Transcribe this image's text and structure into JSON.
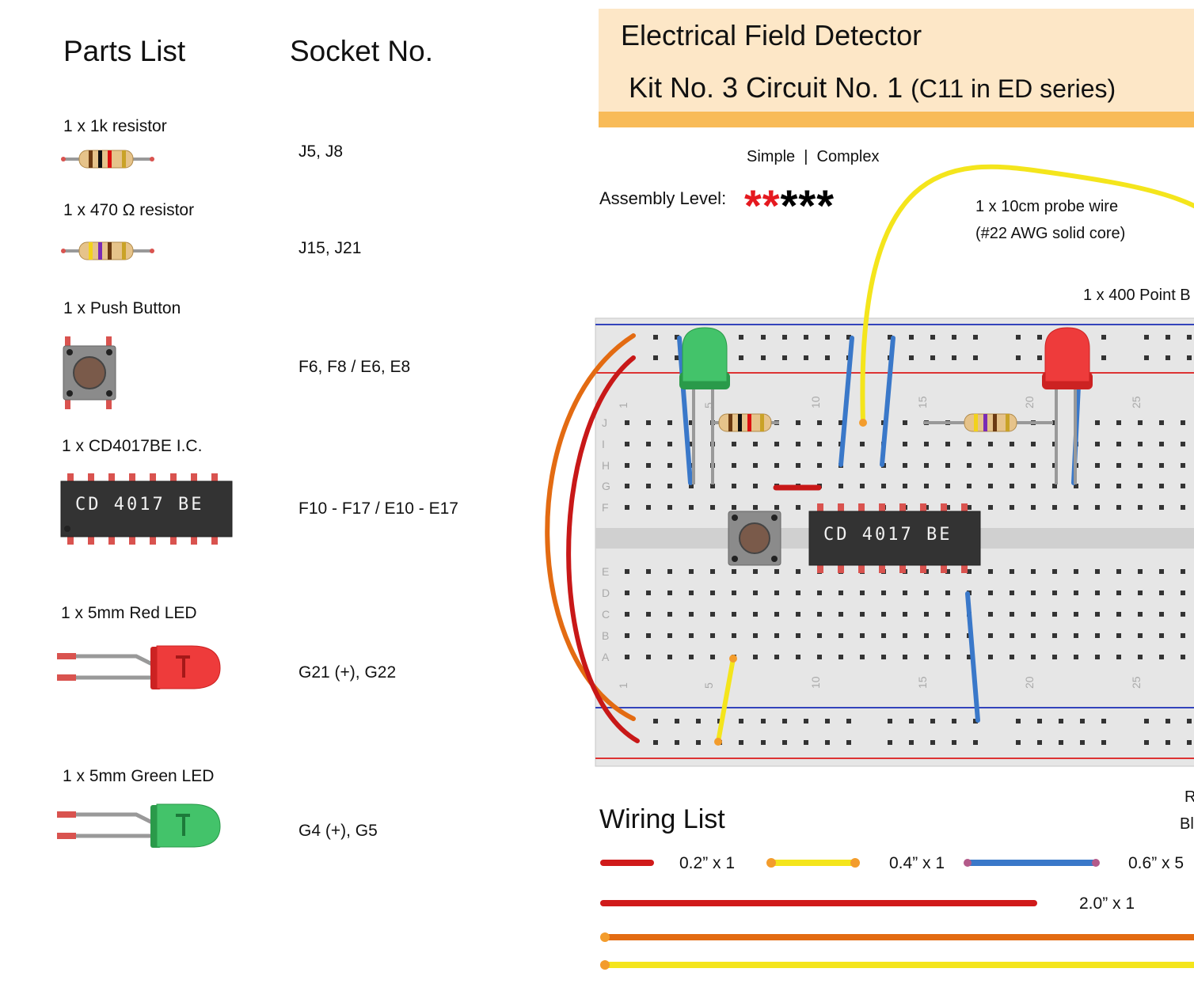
{
  "headers": {
    "parts_list": "Parts List",
    "socket_no": "Socket No."
  },
  "parts": [
    {
      "name": "1 x 1k resistor",
      "socket": "J5, J8",
      "icon": "resistor-1k-icon"
    },
    {
      "name": "1 x 470 Ω resistor",
      "socket": "J15, J21",
      "icon": "resistor-470-icon"
    },
    {
      "name": "1 x Push Button",
      "socket": "F6, F8 / E6, E8",
      "icon": "push-button-icon"
    },
    {
      "name": "1 x CD4017BE  I.C.",
      "socket": "F10 - F17 / E10 - E17",
      "icon": "ic-chip-icon"
    },
    {
      "name": "1 x 5mm Red LED",
      "socket": "G21 (+), G22",
      "icon": "red-led-icon"
    },
    {
      "name": "1 x 5mm Green LED",
      "socket": "G4 (+), G5",
      "icon": "green-led-icon"
    }
  ],
  "ic_label": "CD 4017 BE",
  "title": {
    "line1": "Electrical Field Detector",
    "line2_main": "Kit No. 3 Circuit No. 1",
    "line2_sub": "(C11 in ED series)"
  },
  "assembly": {
    "scale": "Simple  |  Complex",
    "label": "Assembly Level:",
    "level": 2,
    "max": 5,
    "filled_color": "#e5191f",
    "empty_color": "#000000"
  },
  "notes": {
    "probe_line1": "1 x 10cm probe wire",
    "probe_line2": "(#22 AWG solid core)",
    "breadboard": "1 x 400 Point B",
    "right_r": "R",
    "right_bl": "Bl"
  },
  "breadboard_numbers": [
    "1",
    "5",
    "10",
    "15",
    "20",
    "25"
  ],
  "breadboard_rows_top": [
    "J",
    "I",
    "H",
    "G",
    "F"
  ],
  "breadboard_rows_bottom": [
    "E",
    "D",
    "C",
    "B",
    "A"
  ],
  "wiring": {
    "title": "Wiring List",
    "items": [
      {
        "label": "0.2” x 1",
        "color": "#d01a1a"
      },
      {
        "label": "0.4” x 1",
        "color": "#f4e51c"
      },
      {
        "label": "0.6” x 5",
        "color": "#3a78c9"
      },
      {
        "label": "2.0” x 1",
        "color": "#d01a1a"
      }
    ],
    "long_colors": [
      "#e36b12",
      "#f4e51c"
    ]
  },
  "colors": {
    "title_bg": "#fde7c7",
    "title_bar": "#f8bb58",
    "breadboard": "#e6e6e6",
    "rail_red": "#d33",
    "rail_blue": "#3344bb"
  }
}
